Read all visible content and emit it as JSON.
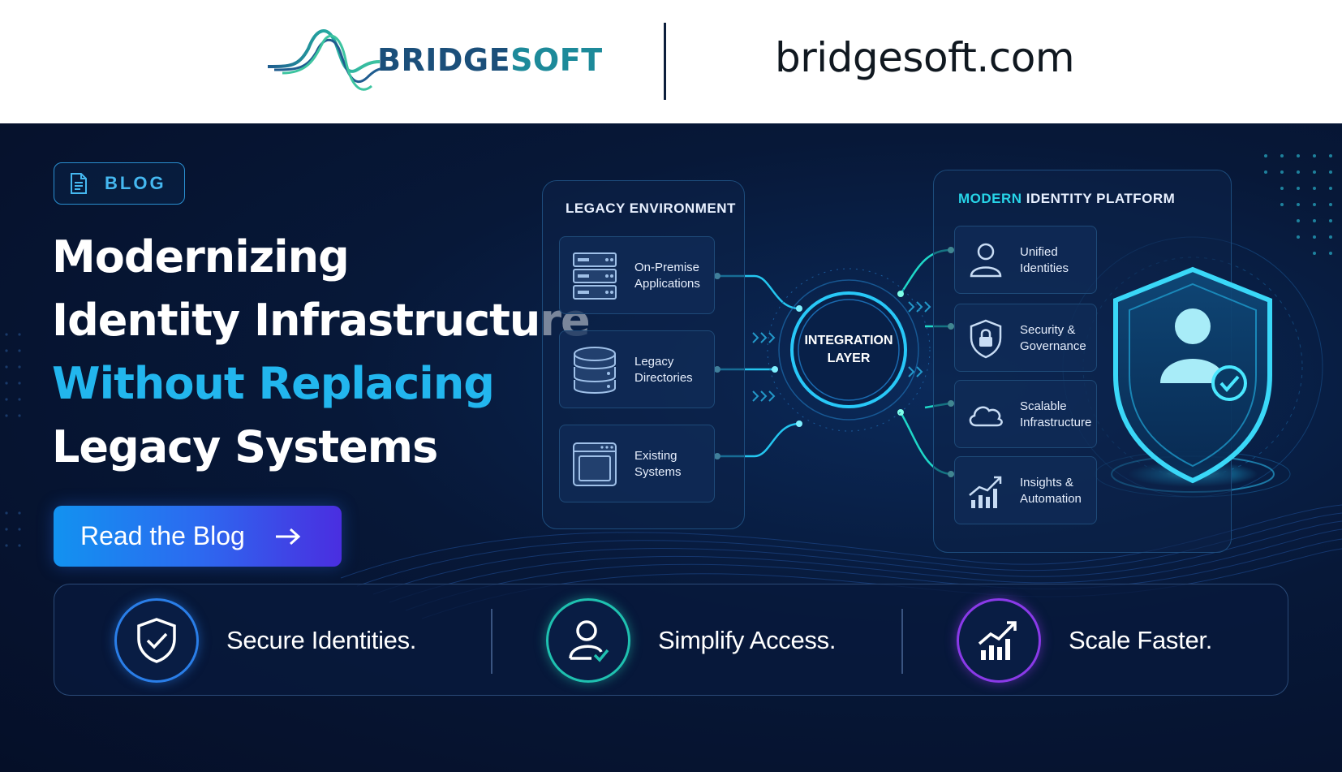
{
  "header": {
    "logo_text_part1": "BRIDGE",
    "logo_text_part2": "SOFT",
    "domain": "bridgesoft.com"
  },
  "hero": {
    "badge": {
      "icon": "document-icon",
      "label": "BLOG"
    },
    "headline": {
      "line1": "Modernizing",
      "line2": "Identity Infrastructure",
      "line3": "Without Replacing",
      "line4": "Legacy Systems"
    },
    "cta": {
      "label": "Read the Blog",
      "icon": "arrow-right-icon"
    }
  },
  "diagram": {
    "legacy": {
      "title": "LEGACY ENVIRONMENT",
      "items": [
        {
          "icon": "server-icon",
          "label": "On-Premise Applications"
        },
        {
          "icon": "database-icon",
          "label": "Legacy Directories"
        },
        {
          "icon": "window-icon",
          "label": "Existing Systems"
        }
      ]
    },
    "integration": {
      "line1": "INTEGRATION",
      "line2": "LAYER"
    },
    "modern": {
      "title_accent": "MODERN",
      "title_rest": " IDENTITY PLATFORM",
      "items": [
        {
          "icon": "user-icon",
          "label": "Unified Identities"
        },
        {
          "icon": "lock-shield-icon",
          "label": "Security & Governance"
        },
        {
          "icon": "cloud-icon",
          "label": "Scalable Infrastructure"
        },
        {
          "icon": "chart-growth-icon",
          "label": "Insights & Automation"
        }
      ]
    }
  },
  "features": [
    {
      "icon": "shield-check-icon",
      "label": "Secure Identities.",
      "color": "#2a7ee8"
    },
    {
      "icon": "user-check-icon",
      "label": "Simplify Access.",
      "color": "#1fc1b0"
    },
    {
      "icon": "growth-chart-icon",
      "label": "Scale Faster.",
      "color": "#8a3ae8"
    }
  ],
  "colors": {
    "accent": "#22b6ee",
    "background": "#06122e",
    "brand_dark": "#1b4f7a",
    "brand_teal": "#1d8a9a"
  }
}
